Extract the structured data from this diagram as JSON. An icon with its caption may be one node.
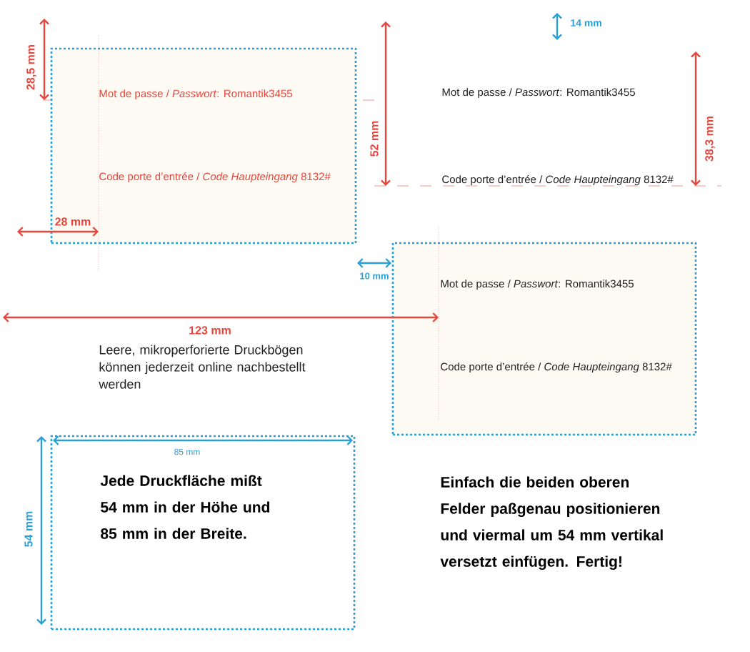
{
  "diagram": {
    "nodes": [
      {
        "text": [
          "Mot de passe / *Passwort*: Romantik3455",
          "Code porte d’entrée / *Code Haupteingang* 8132#"
        ]
      },
      {
        "text": [
          "Mot de passe / *Passwort*: Romantik3455",
          "Code porte d’entrée / *Code Haupteingang* 8132#"
        ]
      },
      {
        "text": [
          "Jede Druckfläche mißt 54 mm in der Höhe und 85 mm in der Breite."
        ]
      }
    ],
    "labels": [
      "14 mm",
      "28,5 mm",
      "52 mm",
      "38,3 mm",
      "Mot de passe / *Passwort*: Romantik3455",
      "Code porte d’entrée / *Code Haupteingang* 8132#",
      "28 mm",
      "10 mm",
      "123 mm",
      "Leere, mikroperforierte Druckbögen können jederzeit online nachbestellt werden",
      "85 mm",
      "54 mm",
      "Einfach die beiden oberen Felder paßgenau positionieren und viermal um 54 mm vertikal versetzt einfügen. Fertig!"
    ]
  }
}
